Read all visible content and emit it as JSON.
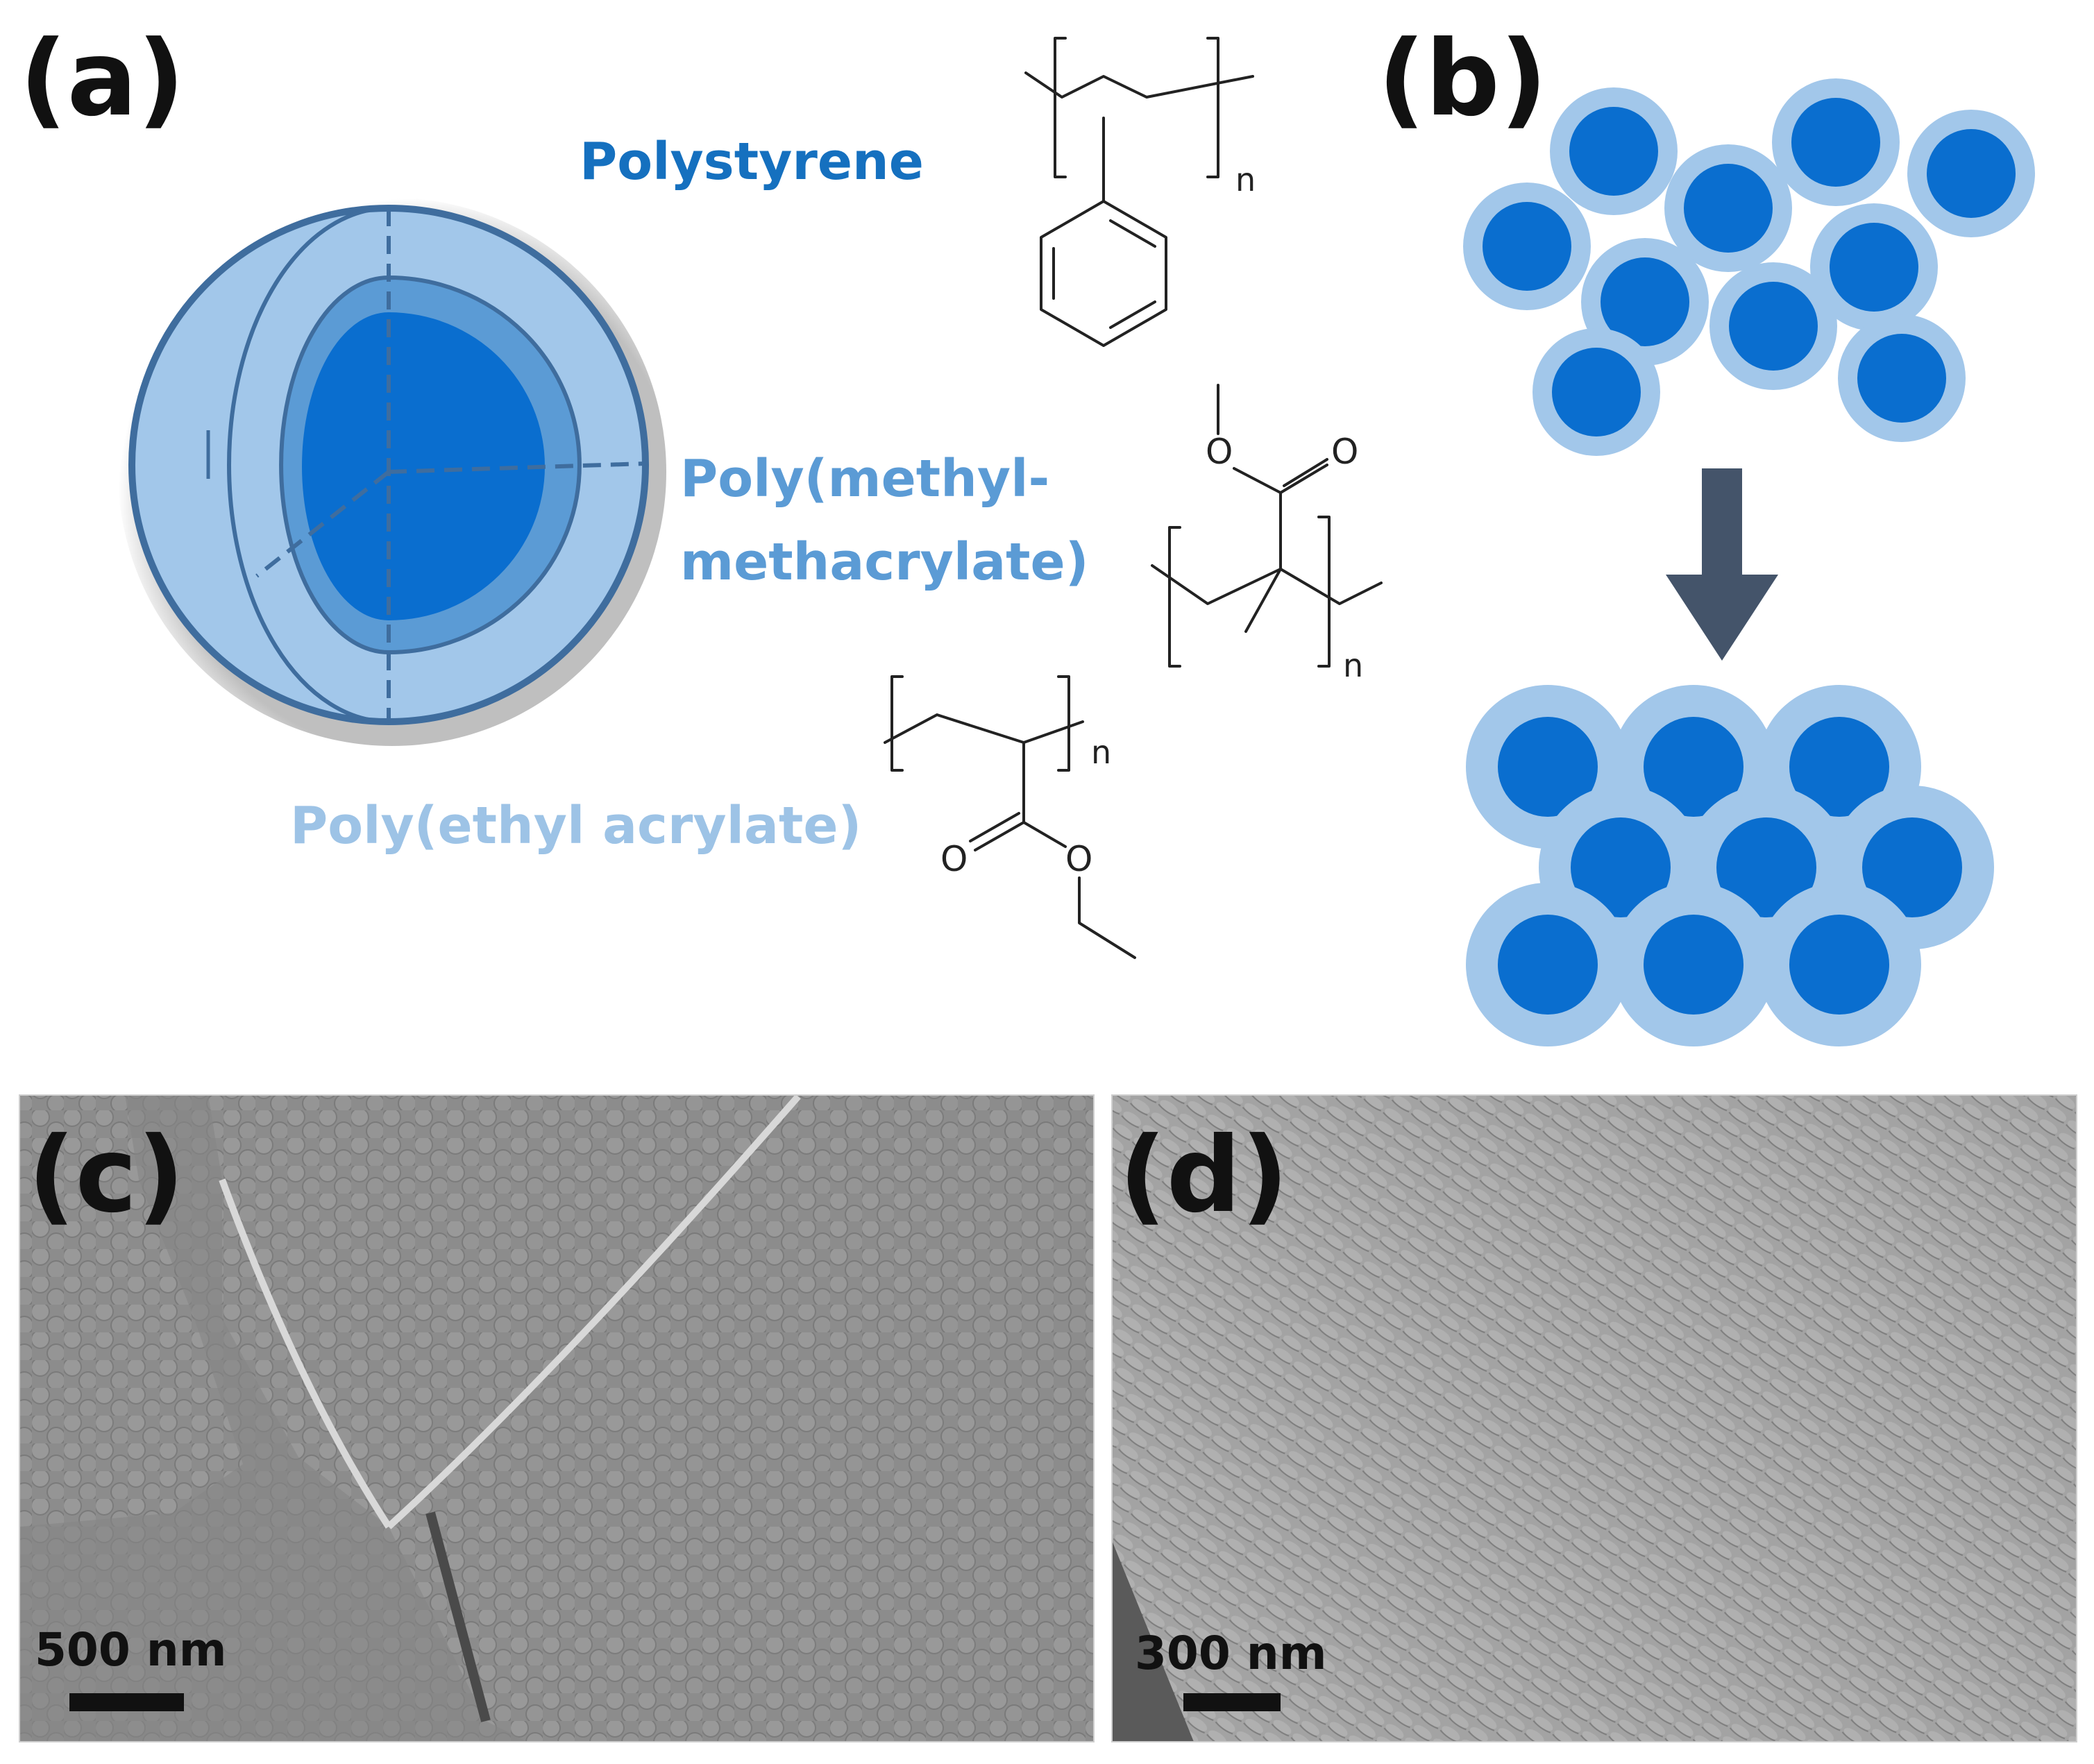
{
  "panels": {
    "a": {
      "label": "(a)"
    },
    "b": {
      "label": "(b)"
    },
    "c": {
      "label": "(c)",
      "scale_bar": "500 nm"
    },
    "d": {
      "label": "(d)",
      "scale_bar": "300 nm"
    }
  },
  "polymers": {
    "core": {
      "name": "Polystyrene",
      "color": "#1570bf"
    },
    "middle_line1": "Poly(methyl-",
    "middle_line2": "methacrylate)",
    "middle_color": "#5b9bd5",
    "shell": {
      "name": "Poly(ethyl acrylate)",
      "color": "#9dc3e6"
    }
  },
  "chem_labels": {
    "oxygen": "O",
    "repeat_index": "n"
  },
  "colors": {
    "core": "#0a6ecf",
    "shell": "#a2c7ea",
    "sphere_outline": "#3f6d9e",
    "arrow": "#44546a",
    "sem_background": "#8f8f8f"
  }
}
